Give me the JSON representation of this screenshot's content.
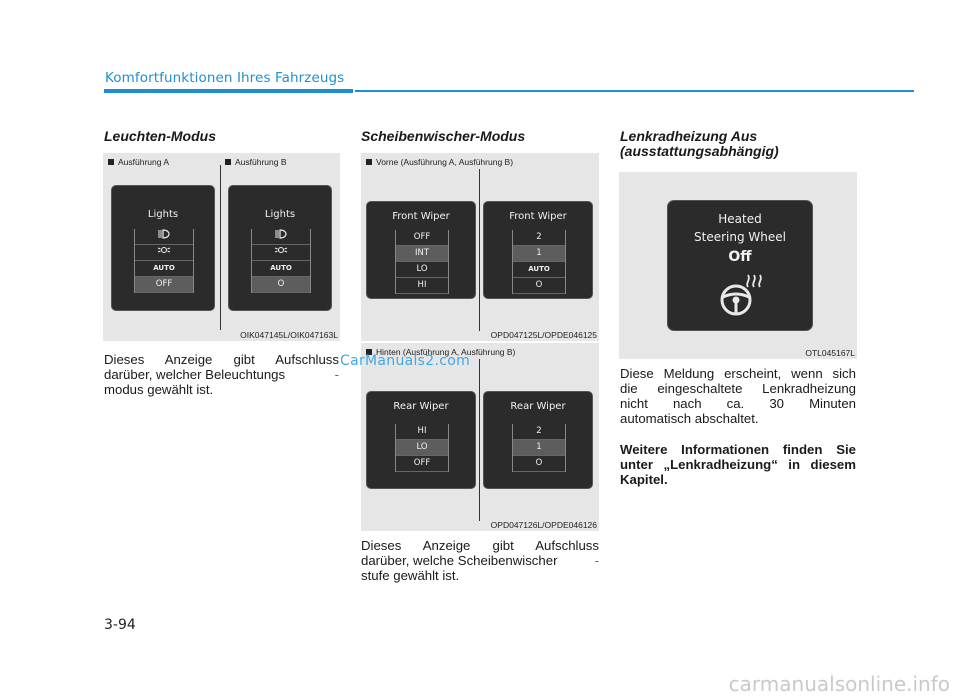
{
  "header": {
    "section_title": "Komfortfunktionen Ihres Fahrzeugs"
  },
  "page_number": "3-94",
  "left": {
    "heading": "Leuchten-Modus",
    "caption_a": "Ausführung A",
    "caption_b": "Ausführung B",
    "screen_a": {
      "title": "Lights",
      "items": [
        "",
        "",
        "AUTO",
        "OFF"
      ]
    },
    "screen_b": {
      "title": "Lights",
      "items": [
        "",
        "",
        "AUTO",
        "O"
      ]
    },
    "figure_code": "OIK047145L/OIK047163L",
    "text_line1": "Dieses Anzeige gibt Aufschluss",
    "text_line2": "darüber, welcher Beleuchtungs",
    "text_line3": "modus gewählt ist.",
    "hyphen": "-"
  },
  "middle": {
    "heading": "Scheibenwischer-Modus",
    "caption_front": "Vorne (Ausführung A, Ausführung B)",
    "front_a": {
      "title": "Front Wiper",
      "items": [
        "OFF",
        "INT",
        "LO",
        "HI"
      ]
    },
    "front_b": {
      "title": "Front Wiper",
      "items": [
        "2",
        "1",
        "AUTO",
        "O"
      ]
    },
    "front_code": "OPD047125L/OPDE046125",
    "caption_rear": "Hinten (Ausführung A, Ausführung B)",
    "rear_a": {
      "title": "Rear Wiper",
      "items": [
        "HI",
        "LO",
        "OFF"
      ]
    },
    "rear_b": {
      "title": "Rear Wiper",
      "items": [
        "2",
        "1",
        "O"
      ]
    },
    "rear_code": "OPD047126L/OPDE046126",
    "text_line1": "Dieses Anzeige gibt Aufschluss",
    "text_line2": "darüber, welche Scheibenwischer",
    "text_line3": "stufe gewählt ist.",
    "hyphen": "-"
  },
  "right": {
    "heading_line1": "Lenkradheizung Aus",
    "heading_line2": "(ausstattungsabhängig)",
    "display_line1": "Heated",
    "display_line2": "Steering Wheel",
    "display_line3": "Off",
    "figure_code": "OTL045167L",
    "text_line1": "Diese Meldung erscheint, wenn sich",
    "text_line2": "die eingeschaltete Lenkradheizung",
    "text_line3": "nicht nach ca. 30 Minuten",
    "text_line4": "automatisch abschaltet.",
    "bold_line1": "Weitere Informationen finden Sie",
    "bold_line2": "unter „Lenkradheizung“ in diesem",
    "bold_line3": "Kapitel."
  },
  "watermark": "CarManuals2.com",
  "footer_watermark": "carmanualsonline.info",
  "colors": {
    "accent": "#1f8fd1",
    "screen_bg": "#2b2b2b",
    "hyphen": "#e0362c"
  }
}
